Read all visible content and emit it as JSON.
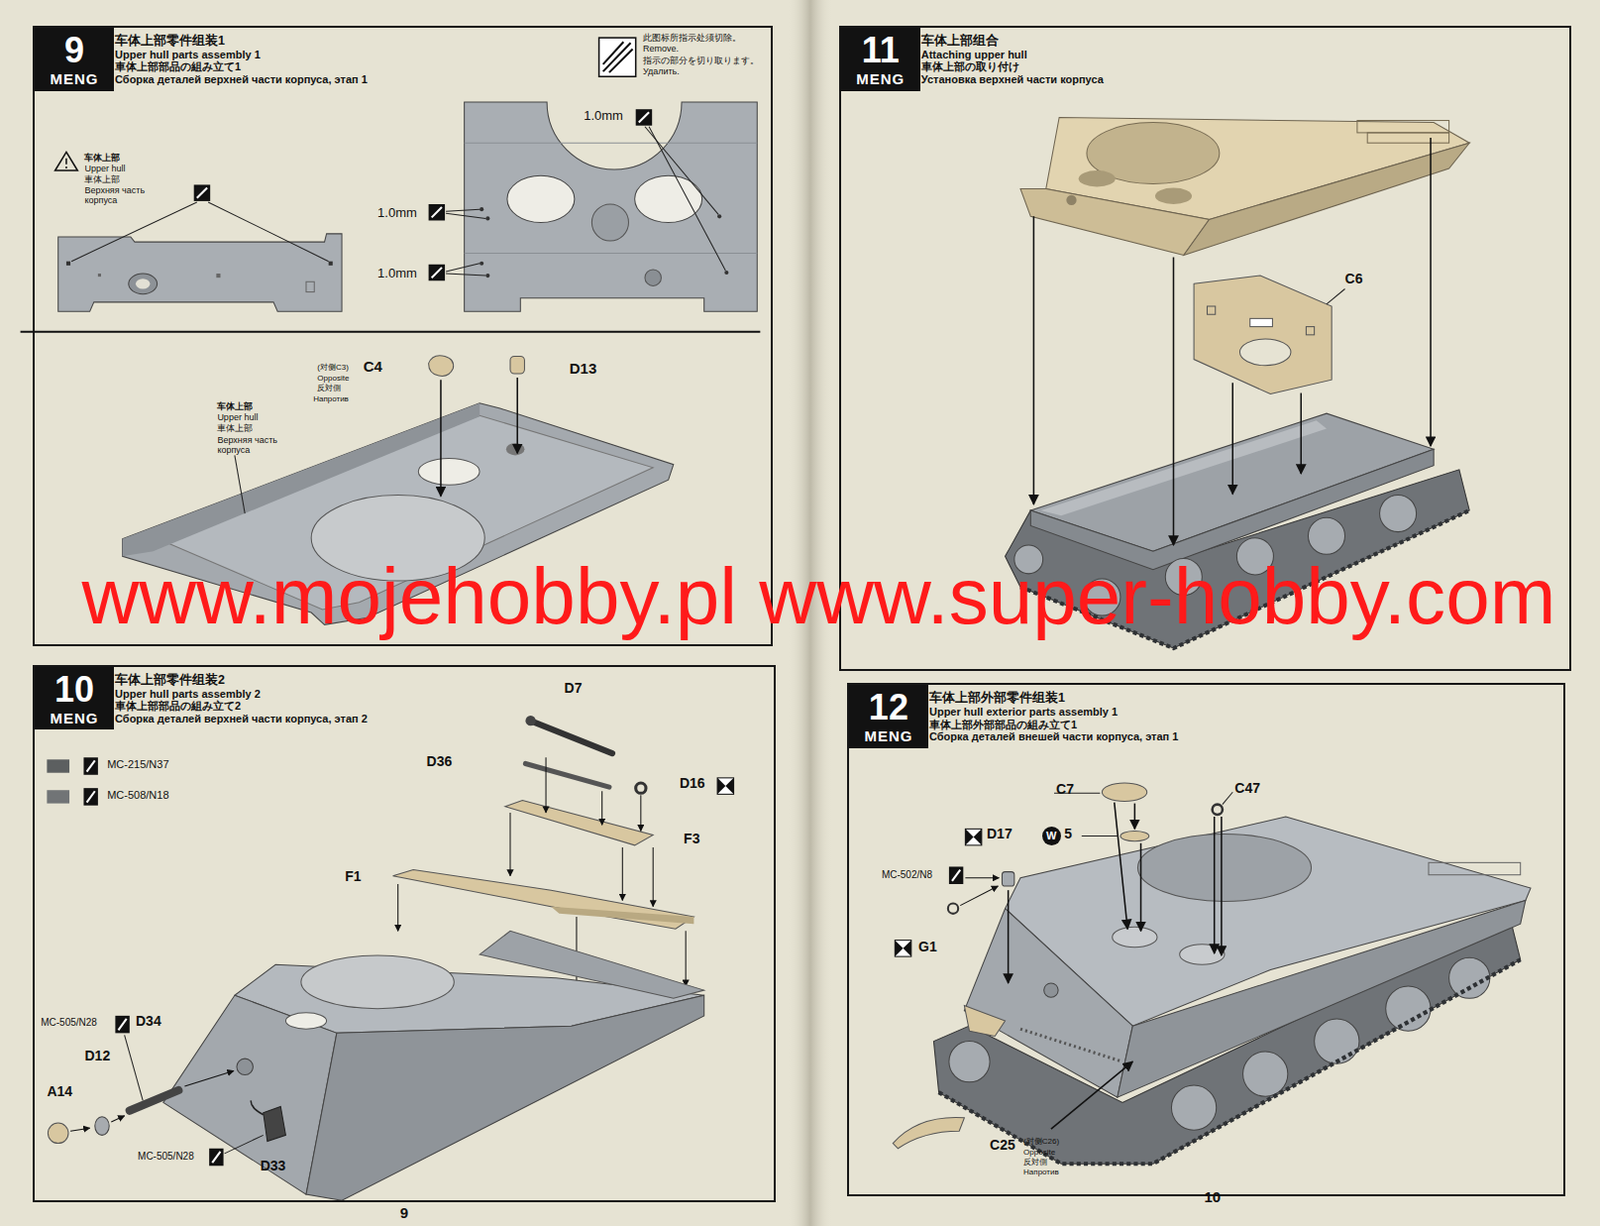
{
  "diagram": {
    "nodes": [
      {
        "text": [
          "车体上部零件组装1",
          "Upper hull parts assembly 1",
          "車体上部部品の組み立て1",
          "Сборка деталей верхней части корпуса, этап 1"
        ]
      },
      {
        "text": [
          "9",
          "MENG"
        ],
        "in": 0
      },
      {
        "text": [
          "车体上部零件组装2",
          "Upper hull parts assembly 2",
          "車体上部部品の組み立て2",
          "Сборка деталей верхней части корпуса, этап 2"
        ]
      },
      {
        "text": [
          "10",
          "MENG"
        ],
        "in": 2
      },
      {
        "text": [
          "车体上部组合",
          "Attaching upper hull",
          "車体上部の取り付け",
          "Установка верхней части корпуса"
        ]
      },
      {
        "text": [
          "11",
          "MENG"
        ],
        "in": 4
      },
      {
        "text": [
          "车体上部外部零件组装1",
          "Upper hull exterior parts assembly 1",
          "車体上部外部部品の組み立て1",
          "Сборка деталей внешей части корпуса, этап 1"
        ]
      },
      {
        "text": [
          "12",
          "MENG"
        ],
        "in": 6
      }
    ],
    "labels": [
      "此图标所指示处须切除。",
      "Remove.",
      "指示の部分を切り取ります。",
      "Удалить.",
      "车体上部",
      "Upper hull",
      "車体上部",
      "Верхняя часть корпуса",
      "1.0mm",
      "1.0mm",
      "1.0mm",
      "(对侧C3)",
      "C4",
      "Opposite",
      "反対側",
      "Напротив",
      "D13",
      "车体上部",
      "Upper hull",
      "車体上部",
      "Верхняя часть корпуса",
      "MC-215/N37",
      "MC-508/N18",
      "D7",
      "D36",
      "D16",
      "F3",
      "F1",
      "MC-505/N28",
      "D34",
      "D12",
      "A14",
      "MC-505/N28",
      "D33",
      "C6",
      "C7",
      "C47",
      "D17",
      "W",
      "5",
      "MC-502/N8",
      "G1",
      "C25",
      "(对侧C26)",
      "Opposite",
      "反対側",
      "Напротив",
      "9",
      "10",
      "www.mojehobby.pl www.super-hobby.com"
    ]
  }
}
